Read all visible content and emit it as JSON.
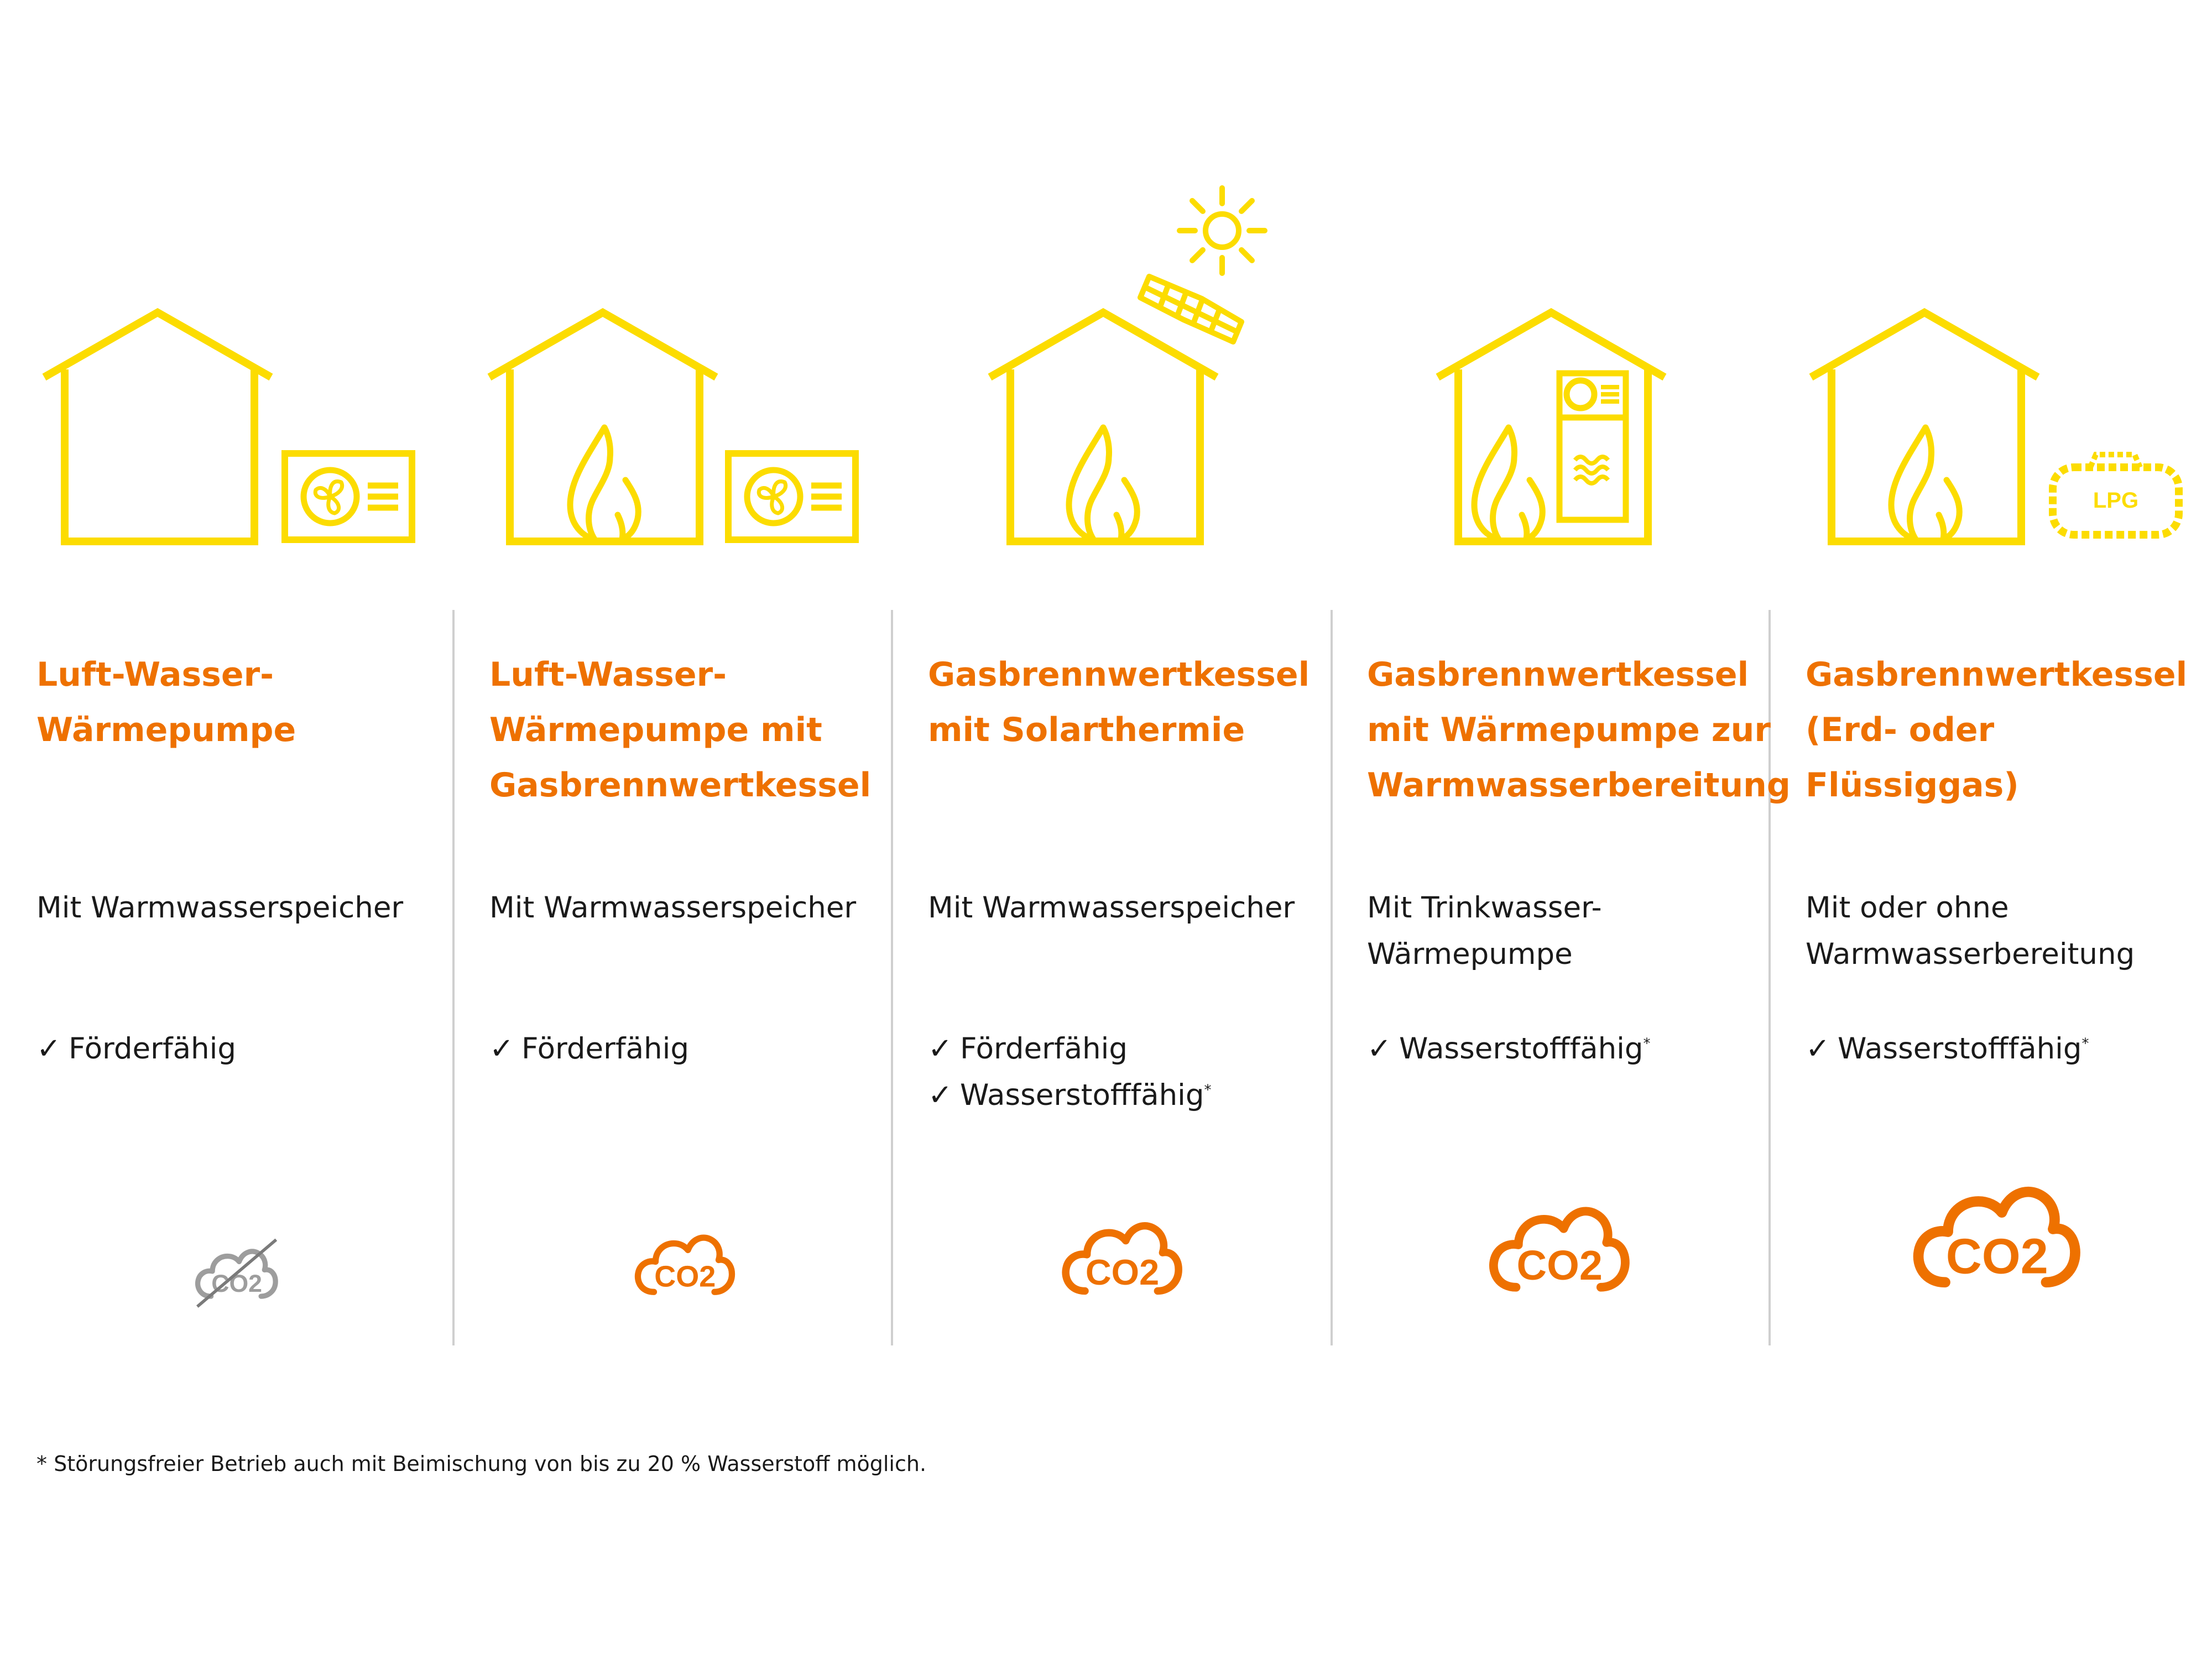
{
  "colors": {
    "icon_yellow": "#fcdc00",
    "accent_orange": "#ee7100",
    "text": "#1a1a1a",
    "divider": "#cfcfcf",
    "muted_gray": "#9d9d9d"
  },
  "columns": [
    {
      "title_lines": [
        "Luft-Wasser-",
        "Wärmepumpe"
      ],
      "description_lines": [
        "Mit Warmwasserspeicher"
      ],
      "features": [
        {
          "label": "Förderfähig",
          "footnote_marker": ""
        }
      ],
      "illustration": [
        "house-icon",
        "heat-pump-unit-icon"
      ],
      "emission_icon": "co2-crossed-out-icon",
      "co2_label": "CO2",
      "emission_level": 0
    },
    {
      "title_lines": [
        "Luft-Wasser-",
        "Wärmepumpe mit",
        "Gasbrennwertkessel"
      ],
      "description_lines": [
        "Mit Warmwasserspeicher"
      ],
      "features": [
        {
          "label": "Förderfähig",
          "footnote_marker": ""
        }
      ],
      "illustration": [
        "house-icon",
        "flame-icon",
        "heat-pump-unit-icon"
      ],
      "emission_icon": "co2-cloud-icon",
      "co2_label": "CO2",
      "emission_level": 1
    },
    {
      "title_lines": [
        "Gasbrennwertkessel",
        "mit Solarthermie"
      ],
      "description_lines": [
        "Mit Warmwasserspeicher"
      ],
      "features": [
        {
          "label": "Förderfähig",
          "footnote_marker": ""
        },
        {
          "label": "Wasserstofffähig",
          "footnote_marker": "*"
        }
      ],
      "illustration": [
        "house-icon",
        "flame-icon",
        "solar-panel-icon",
        "sun-icon"
      ],
      "emission_icon": "co2-cloud-icon",
      "co2_label": "CO2",
      "emission_level": 2
    },
    {
      "title_lines": [
        "Gasbrennwertkessel",
        "mit Wärmepumpe zur",
        "Warmwasserbereitung"
      ],
      "description_lines": [
        "Mit Trinkwasser-",
        "Wärmepumpe"
      ],
      "features": [
        {
          "label": "Wasserstofffähig",
          "footnote_marker": "*"
        }
      ],
      "illustration": [
        "house-icon",
        "flame-icon",
        "water-heat-pump-icon"
      ],
      "emission_icon": "co2-cloud-icon",
      "co2_label": "CO2",
      "emission_level": 3
    },
    {
      "title_lines": [
        "Gasbrennwertkessel",
        "(Erd- oder Flüssiggas)"
      ],
      "description_lines": [
        "Mit oder ohne",
        "Warmwasserbereitung"
      ],
      "features": [
        {
          "label": "Wasserstofffähig",
          "footnote_marker": "*"
        }
      ],
      "illustration": [
        "house-icon",
        "flame-icon",
        "lpg-tank-icon"
      ],
      "emission_icon": "co2-cloud-icon",
      "co2_label": "CO2",
      "emission_level": 4
    }
  ],
  "lpg_label": "LPG",
  "checkmark": "✓",
  "footnote": "* Störungsfreier Betrieb auch mit Beimischung von bis zu 20 % Wasserstoff möglich."
}
